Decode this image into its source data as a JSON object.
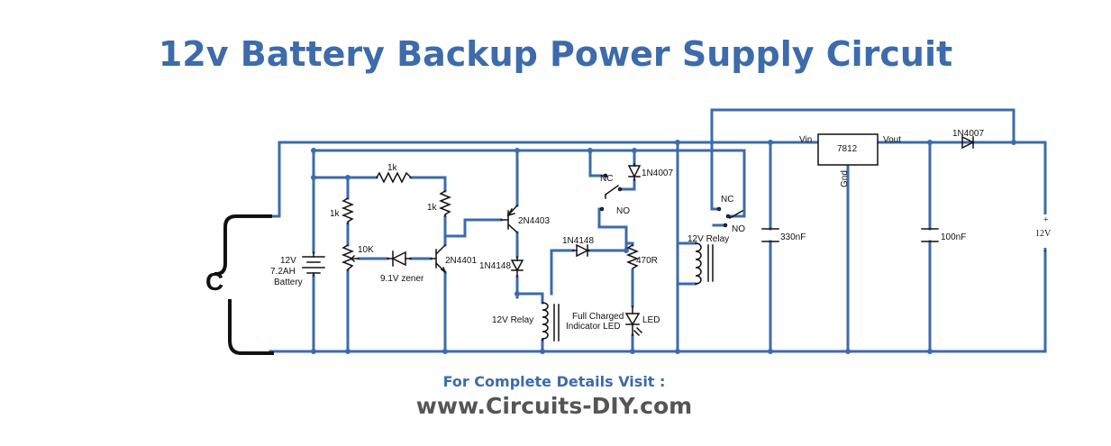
{
  "title": "12v Battery Backup Power Supply Circuit",
  "visit_text": "For Complete Details Visit :",
  "website": "www.Circuits-DIY.com",
  "colors": {
    "title": "#3d6bab",
    "wire": "#3d6bab",
    "component": "#111111",
    "website": "#555555"
  },
  "labels": {
    "battery_voltage": "12V",
    "battery_capacity": "7.2AH",
    "battery_name": "Battery",
    "r_top": "1k",
    "r_left": "1k",
    "r_collector": "1k",
    "pot": "10K",
    "zener": "9.1V zener",
    "q1": "2N4401",
    "q2": "2N4403",
    "diode_relay": "1N4148",
    "diode_led": "1N4148",
    "relay1": "12V Relay",
    "nc1": "NC",
    "no1": "NO",
    "diode_nc": "1N4007",
    "r_led": "470R",
    "led_caption_1": "Full Charged",
    "led_caption_2": "Indicator LED",
    "led": "LED",
    "relay2": "12V Relay",
    "nc2": "NC",
    "no2": "NO",
    "cap_in": "330nF",
    "reg": "7812",
    "vin": "Vin",
    "vout": "Vout",
    "gnd": "Gnd",
    "cap_out": "100nF",
    "diode_out": "1N4007",
    "out_plus": "+",
    "out_voltage": "12V",
    "out_minus": "-",
    "input_marker": "C"
  }
}
